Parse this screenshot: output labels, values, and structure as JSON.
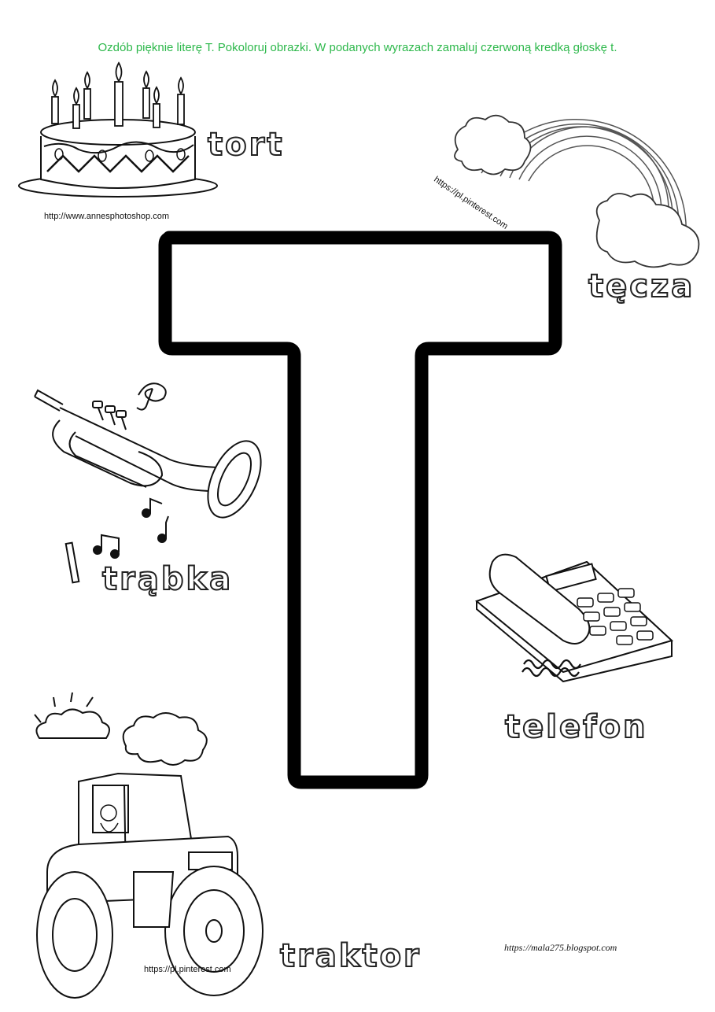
{
  "instruction": "Ozdób pięknie literę T. Pokoloruj obrazki. W podanych wyrazach zamaluj czerwoną kredką głoskę t.",
  "letter": "T",
  "words": {
    "cake": "tort",
    "rainbow": "tęcza",
    "trumpet": "trąbka",
    "phone": "telefon",
    "tractor": "traktor"
  },
  "credits": {
    "cake": "http://www.annesphotoshop.com",
    "rainbow": "https://pl.pinterest.com",
    "tractor": "https://pl.pinterest.com",
    "blog": "https://mala275.blogspot.com"
  },
  "colors": {
    "instruction": "#2db84b",
    "outline": "#000000"
  },
  "icons": [
    "cake-icon",
    "rainbow-icon",
    "trumpet-icon",
    "telephone-icon",
    "tractor-icon"
  ]
}
